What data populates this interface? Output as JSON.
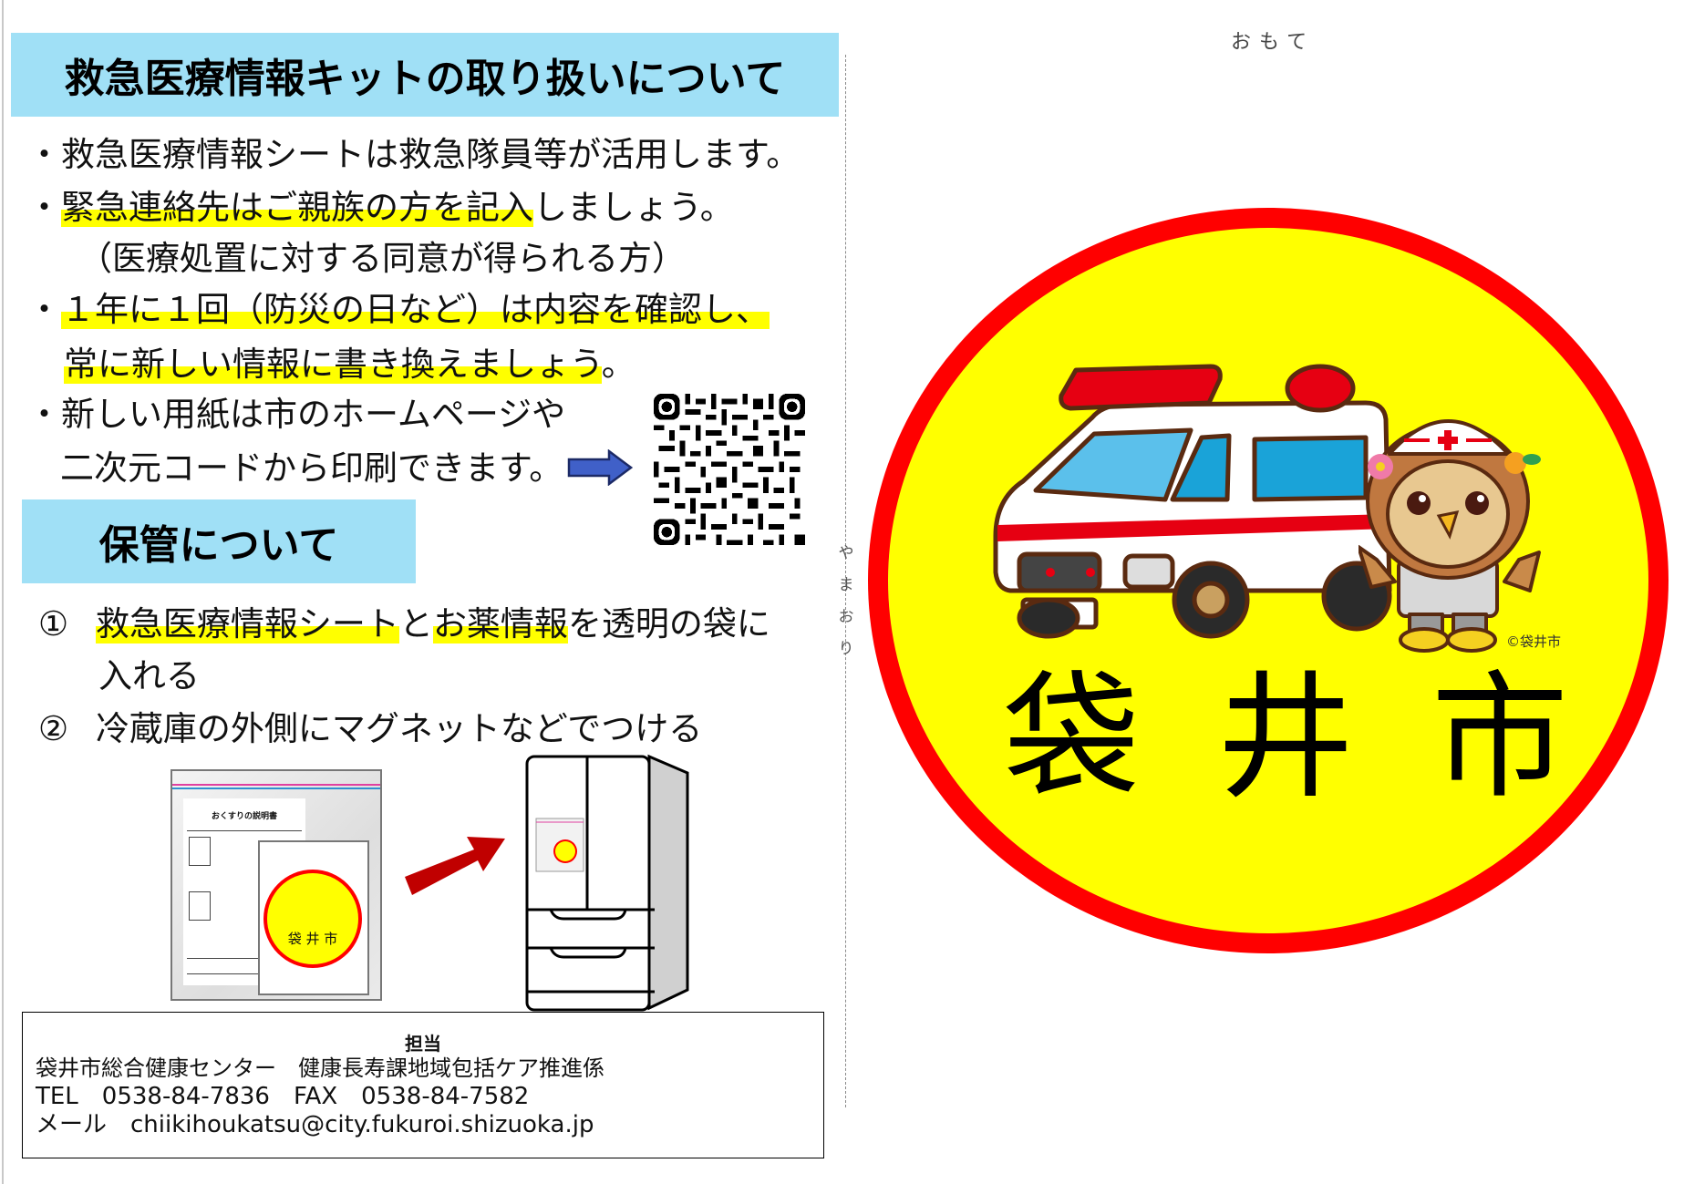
{
  "header": {
    "title": "救急医療情報キットの取り扱いについて"
  },
  "bullets": [
    {
      "prefix": "・",
      "text_plain_before": "",
      "text_highlight": "",
      "text_after": "救急医療情報シートは救急隊員等が活用します。"
    },
    {
      "prefix": "・",
      "text_plain_before": "",
      "text_highlight": "緊急連絡先はご親族の方を記入",
      "text_after": "しましょう。"
    },
    {
      "prefix": "",
      "text_plain_before": "（医療処置に対する同意が得られる方）",
      "text_highlight": "",
      "text_after": ""
    },
    {
      "prefix": "・",
      "text_plain_before": "",
      "text_highlight": "１年に１回（防災の日など）は内容を確認し、",
      "text_after": ""
    },
    {
      "prefix": "",
      "text_plain_before": "",
      "text_highlight": "常に新しい情報に書き換えましょう",
      "text_after": "。"
    },
    {
      "prefix": "・",
      "text_plain_before": "新しい用紙は市のホームページや",
      "text_highlight": "",
      "text_after": ""
    },
    {
      "prefix": "",
      "text_plain_before": "二次元コードから印刷できます。",
      "text_highlight": "",
      "text_after": ""
    }
  ],
  "qr_code": {
    "icon": "qr-code-icon",
    "arrow_icon": "right-arrow-icon",
    "arrow_color": "#3f5fc0"
  },
  "storage": {
    "title": "保管について",
    "steps": [
      {
        "num": "①",
        "hl1": "救急医療情報シート",
        "mid": "と",
        "hl2": "お薬情報",
        "after": "を透明の袋に",
        "cont": "入れる"
      },
      {
        "num": "②",
        "text": "冷蔵庫の外側にマグネットなどでつける"
      }
    ],
    "illustration": {
      "bag_label": "おくすりの説明書",
      "sticker_text": "袋 井 市",
      "arrow_color": "#c00000"
    }
  },
  "contact": {
    "title": "担当",
    "org": "袋井市総合健康センター　健康長寿課地域包括ケア推進係",
    "phone": "TEL　0538-84-7836　FAX　0538-84-7582",
    "email": "メール　chiikihoukatsu@city.fukuroi.shizuoka.jp"
  },
  "fold": {
    "label_chars": [
      "や",
      "ま",
      "お",
      "り"
    ]
  },
  "front": {
    "label": "おもて",
    "city_chars": [
      "袋",
      "井",
      "市"
    ],
    "copyright": "©袋井市",
    "colors": {
      "ring": "#ff0000",
      "fill": "#ffff00"
    }
  }
}
